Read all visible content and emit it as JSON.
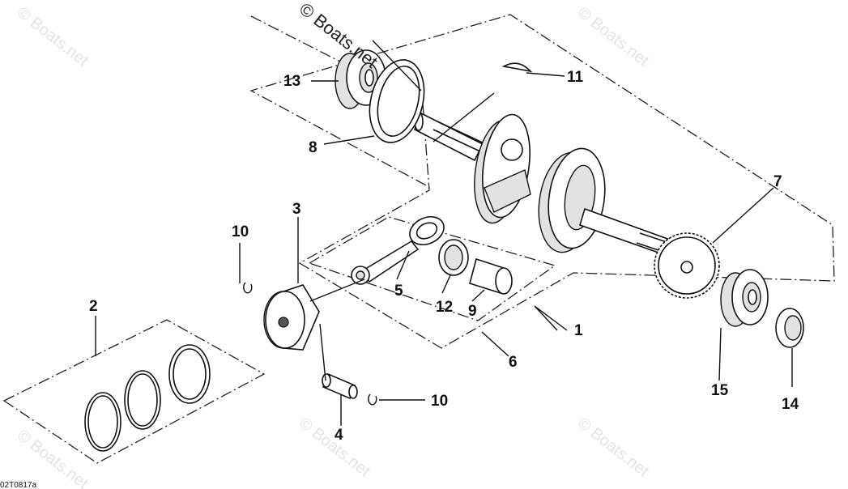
{
  "diagram": {
    "callouts": [
      {
        "id": "c1",
        "label": "1"
      },
      {
        "id": "c2",
        "label": "2"
      },
      {
        "id": "c3",
        "label": "3"
      },
      {
        "id": "c4",
        "label": "4"
      },
      {
        "id": "c5",
        "label": "5"
      },
      {
        "id": "c6",
        "label": "6"
      },
      {
        "id": "c7",
        "label": "7"
      },
      {
        "id": "c8",
        "label": "8"
      },
      {
        "id": "c9",
        "label": "9"
      },
      {
        "id": "c10a",
        "label": "10"
      },
      {
        "id": "c10b",
        "label": "10"
      },
      {
        "id": "c11",
        "label": "11"
      },
      {
        "id": "c12",
        "label": "12"
      },
      {
        "id": "c13",
        "label": "13"
      },
      {
        "id": "c14",
        "label": "14"
      },
      {
        "id": "c15",
        "label": "15"
      }
    ],
    "watermark_main": "© Boats.net",
    "watermark_faint": "© Boats.net",
    "drawing_code": "02T0817a"
  }
}
